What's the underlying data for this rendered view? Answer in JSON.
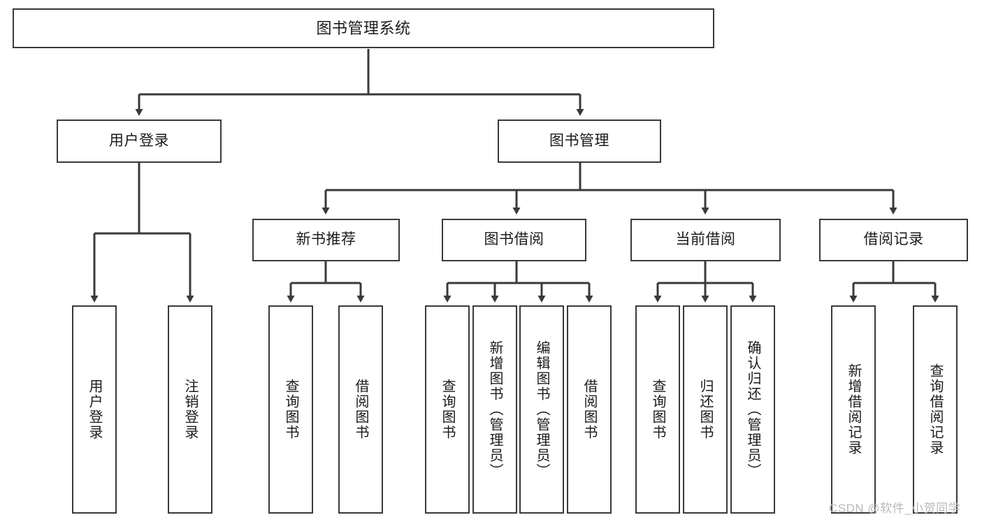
{
  "diagram": {
    "title": "图书管理系统",
    "type": "tree-hierarchy-chart",
    "root": {
      "label": "图书管理系统"
    },
    "level2": [
      {
        "label": "用户登录"
      },
      {
        "label": "图书管理"
      }
    ],
    "level3": [
      {
        "label": "新书推荐"
      },
      {
        "label": "图书借阅"
      },
      {
        "label": "当前借阅"
      },
      {
        "label": "借阅记录"
      }
    ],
    "leaves": {
      "user_login": [
        {
          "label": "用户登录"
        },
        {
          "label": "注销登录"
        }
      ],
      "new_book_recommend": [
        {
          "label": "查询图书"
        },
        {
          "label": "借阅图书"
        }
      ],
      "book_borrow": [
        {
          "label": "查询图书"
        },
        {
          "label": "新增图书（管理员）"
        },
        {
          "label": "编辑图书（管理员）"
        },
        {
          "label": "借阅图书"
        }
      ],
      "current_borrow": [
        {
          "label": "查询图书"
        },
        {
          "label": "归还图书"
        },
        {
          "label": "确认归还（管理员）"
        }
      ],
      "borrow_record": [
        {
          "label": "新增借阅记录"
        },
        {
          "label": "查询借阅记录"
        }
      ]
    }
  },
  "watermark": {
    "text": "CSDN @软件_小贺同学"
  },
  "colors": {
    "stroke": "#3a3a3a",
    "fill": "#ffffff",
    "text": "#1b1b1b",
    "watermark": "#b9b9b9"
  }
}
